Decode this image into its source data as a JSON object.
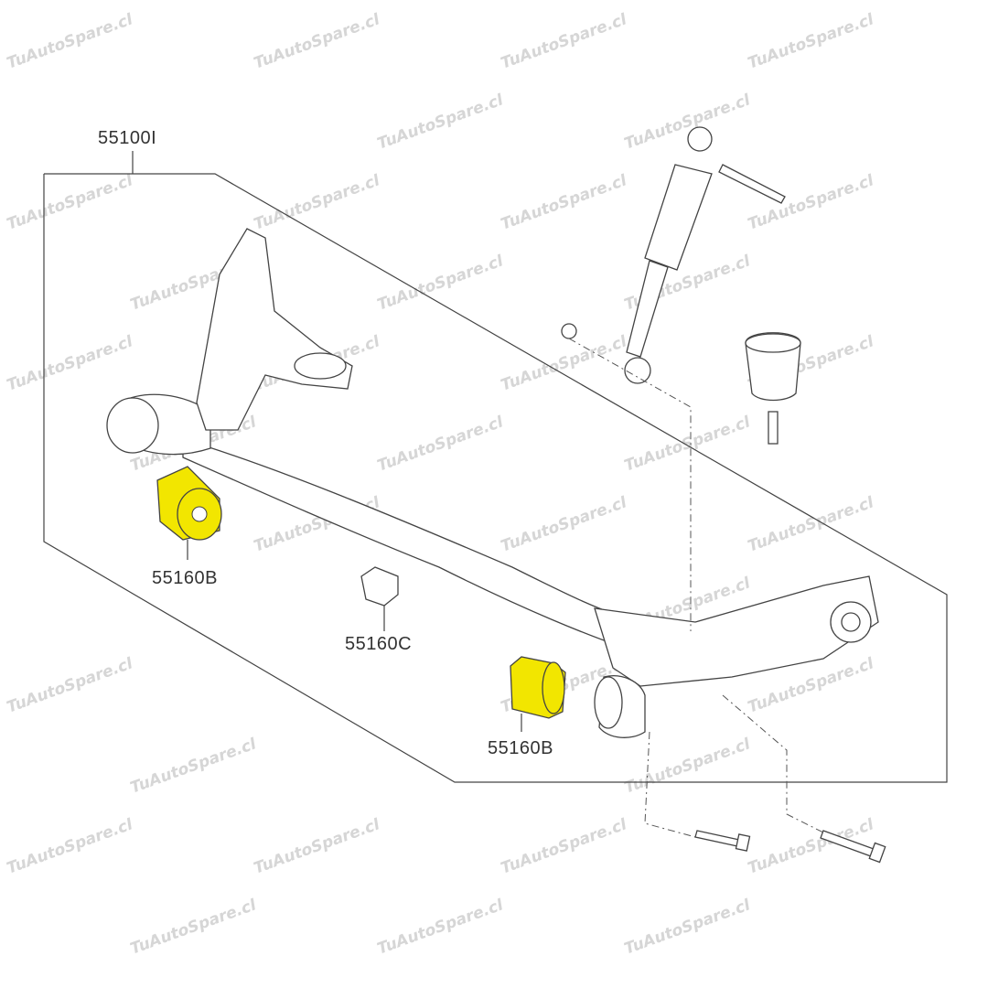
{
  "watermark": "TuAutoSpare.cl",
  "colors": {
    "highlight": "#f2e600",
    "line": "#444444",
    "watermark": "#d6d6d6"
  },
  "labels": {
    "assembly": "55100I",
    "bushing_left": "55160B",
    "bracket": "55160C",
    "bushing_right": "55160B"
  }
}
